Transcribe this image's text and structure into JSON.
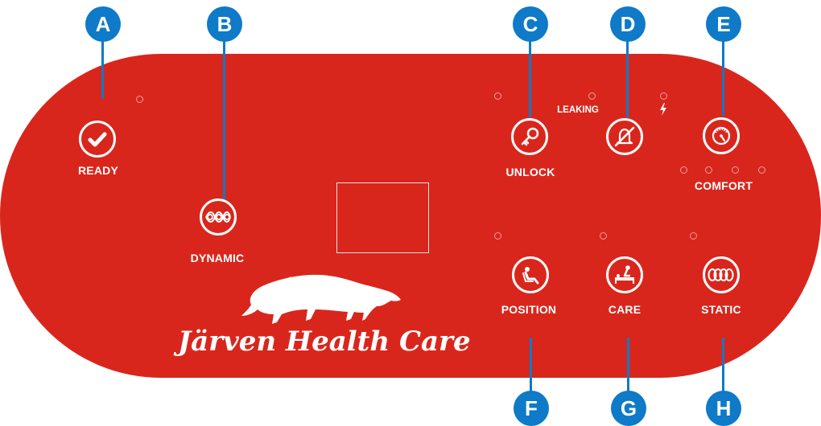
{
  "panel": {
    "color": "#d9261c",
    "callout_color": "#0e7ac8"
  },
  "callouts": [
    "A",
    "B",
    "C",
    "D",
    "E",
    "F",
    "G",
    "H"
  ],
  "buttons": {
    "ready": {
      "label": "READY",
      "icon": "checkmark-icon"
    },
    "dynamic": {
      "label": "DYNAMIC",
      "icon": "dynamic-cells-icon"
    },
    "unlock": {
      "label": "UNLOCK",
      "icon": "key-icon"
    },
    "alarm_mute": {
      "label": "",
      "icon": "muted-bell-icon"
    },
    "comfort": {
      "label": "COMFORT",
      "icon": "dial-icon"
    },
    "position": {
      "label": "POSITION",
      "icon": "seated-person-icon"
    },
    "care": {
      "label": "CARE",
      "icon": "patient-in-bed-icon"
    },
    "static": {
      "label": "STATIC",
      "icon": "static-cells-icon"
    }
  },
  "indicators": {
    "leaking_label": "LEAKING",
    "power_icon": "lightning-icon"
  },
  "brand": {
    "text": "Järven Health Care",
    "logo": "wolverine-logo"
  }
}
